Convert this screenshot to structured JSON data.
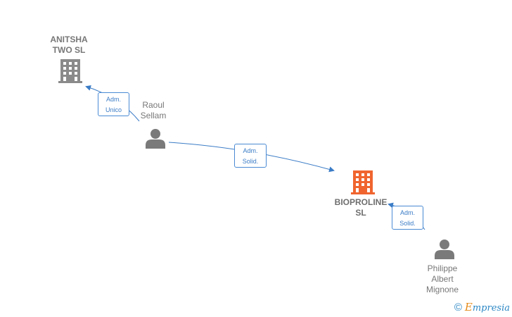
{
  "colors": {
    "company": "#8a8a8a",
    "main_company": "#f0652f",
    "person": "#7a7a7a",
    "edge": "#3b7cc6"
  },
  "nodes": {
    "anitsha": {
      "label": "ANITSHA\nTWO SL",
      "icon": "building-icon"
    },
    "bioproline": {
      "label": "BIOPROLINE\nSL",
      "icon": "building-icon"
    },
    "raoul": {
      "label": "Raoul\nSellam",
      "icon": "person-icon"
    },
    "philippe": {
      "label": "Philippe\nAlbert\nMignone",
      "icon": "person-icon"
    }
  },
  "edges": {
    "raoul_anitsha": {
      "label": "Adm.\nUnico"
    },
    "raoul_bioproline": {
      "label": "Adm.\nSolid."
    },
    "philippe_bioproline": {
      "label": "Adm.\nSolid."
    }
  },
  "brand": {
    "copyright": "©",
    "name_first": "E",
    "name_rest": "mpresia",
    "icon": "copyright-icon"
  }
}
